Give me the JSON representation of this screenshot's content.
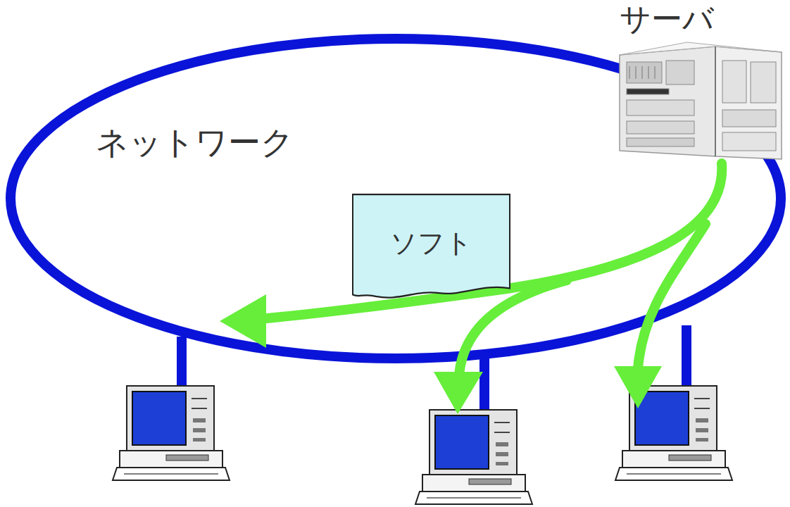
{
  "diagram": {
    "nodes": [
      {
        "text": [
          "ネットワーク"
        ]
      },
      {
        "text": [
          "ソフト"
        ],
        "in": 0
      },
      {
        "text": [
          "サーバ"
        ]
      }
    ]
  }
}
